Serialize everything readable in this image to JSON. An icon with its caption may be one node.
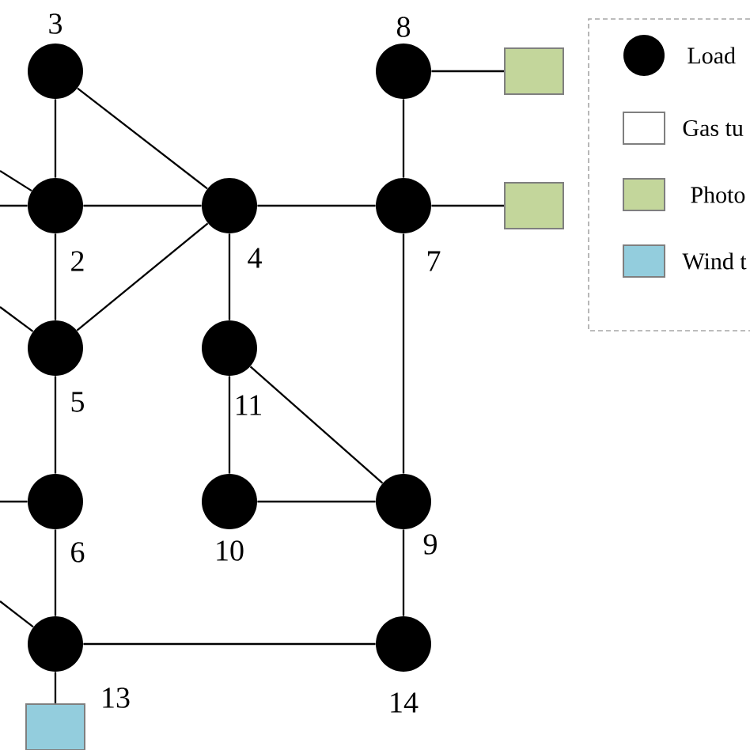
{
  "diagram": {
    "nodes": [
      {
        "text": [],
        "shape": "circle",
        "beside": [
          "3"
        ]
      },
      {
        "text": [],
        "shape": "circle",
        "beside": [
          "8"
        ]
      },
      {
        "text": [],
        "shape": "box"
      },
      {
        "text": [],
        "shape": "circle",
        "beside": [
          "2"
        ]
      },
      {
        "text": [],
        "shape": "circle",
        "beside": [
          "4"
        ]
      },
      {
        "text": [],
        "shape": "circle",
        "beside": [
          "7"
        ]
      },
      {
        "text": [],
        "shape": "box"
      },
      {
        "text": [],
        "shape": "circle",
        "beside": [
          "5"
        ]
      },
      {
        "text": [],
        "shape": "circle",
        "beside": [
          "11"
        ]
      },
      {
        "text": [],
        "shape": "circle",
        "beside": [
          "6"
        ]
      },
      {
        "text": [],
        "shape": "circle",
        "beside": [
          "10"
        ]
      },
      {
        "text": [],
        "shape": "circle",
        "beside": [
          "9"
        ]
      },
      {
        "text": [],
        "shape": "circle",
        "beside": [
          "13"
        ]
      },
      {
        "text": [],
        "shape": "circle",
        "beside": [
          "14"
        ]
      },
      {
        "text": [],
        "shape": "box"
      }
    ],
    "edges": [
      {
        "from": 0,
        "to": 3,
        "arrow": "none"
      },
      {
        "from": 0,
        "to": 4,
        "arrow": "none"
      },
      {
        "from": 1,
        "to": 2,
        "arrow": "none"
      },
      {
        "from": 1,
        "to": 5,
        "arrow": "none"
      },
      {
        "from": null,
        "to": 3,
        "arrow": "none"
      },
      {
        "from": null,
        "to": 3,
        "arrow": "none"
      },
      {
        "from": 3,
        "to": 4,
        "arrow": "none"
      },
      {
        "from": 4,
        "to": 5,
        "arrow": "none"
      },
      {
        "from": 5,
        "to": 6,
        "arrow": "none"
      },
      {
        "from": 3,
        "to": 7,
        "arrow": "none"
      },
      {
        "from": 7,
        "to": 4,
        "arrow": "none"
      },
      {
        "from": 4,
        "to": 8,
        "arrow": "none"
      },
      {
        "from": 5,
        "to": 11,
        "arrow": "none"
      },
      {
        "from": null,
        "to": 7,
        "arrow": "none"
      },
      {
        "from": 8,
        "to": 10,
        "arrow": "none"
      },
      {
        "from": 8,
        "to": 11,
        "arrow": "none"
      },
      {
        "from": null,
        "to": 9,
        "arrow": "none"
      },
      {
        "from": 7,
        "to": 9,
        "arrow": "none"
      },
      {
        "from": 10,
        "to": 11,
        "arrow": "none"
      },
      {
        "from": 9,
        "to": 12,
        "arrow": "none"
      },
      {
        "from": 11,
        "to": 13,
        "arrow": "none"
      },
      {
        "from": null,
        "to": 12,
        "arrow": "none"
      },
      {
        "from": 12,
        "to": 13,
        "arrow": "none"
      },
      {
        "from": 12,
        "to": 14,
        "arrow": "none"
      }
    ],
    "legend": [
      {
        "text": "Load"
      },
      {
        "text": "Gas tu"
      },
      {
        "text": "Photo",
        "color": "#c3d69b"
      },
      {
        "text": "Wind t",
        "color": "#93cddd"
      }
    ]
  }
}
